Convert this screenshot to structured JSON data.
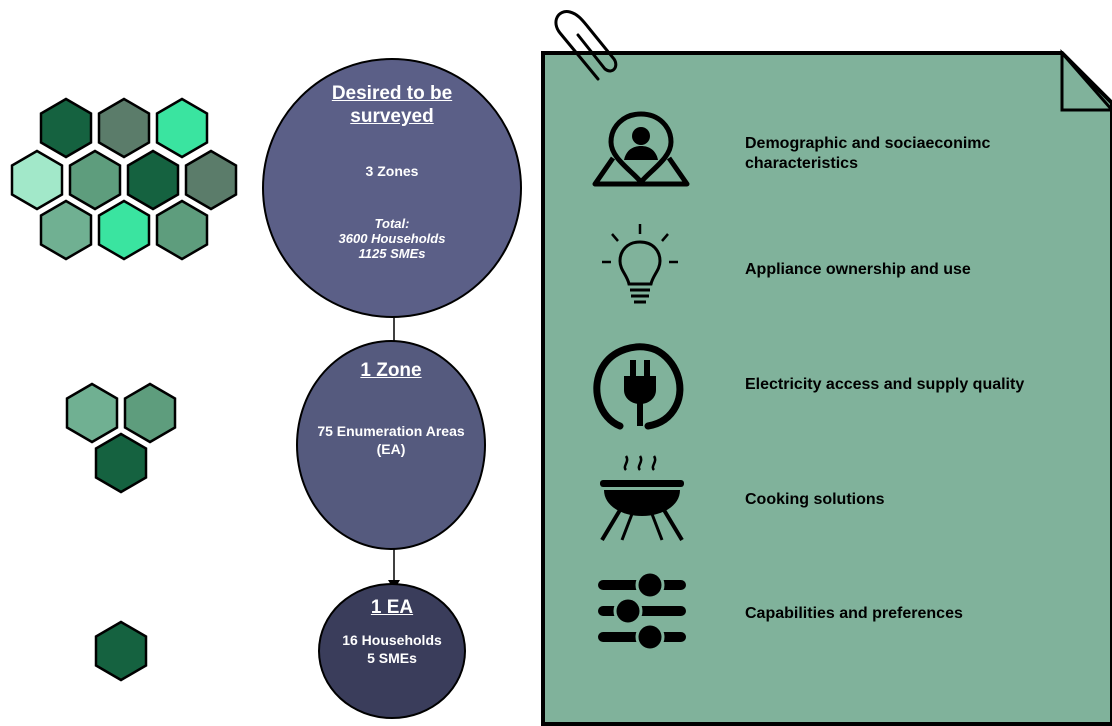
{
  "colors": {
    "panel_fill": "#80b29b",
    "circle_large": "#5b5f87",
    "circle_mid": "#555a7e",
    "circle_small": "#3a3d5b",
    "hex_dark": "#156240",
    "hex_grey": "#5b7c6a",
    "hex_bright": "#3ae4a0",
    "hex_pale": "#a2e8c9",
    "hex_mid": "#5e9d7d",
    "hex_soft": "#70b092"
  },
  "levels": [
    {
      "title": "Desired to be surveyed",
      "line1": "3 Zones",
      "total_label": "Total:",
      "households": "3600 Households",
      "smes": "1125 SMEs"
    },
    {
      "title": "1 Zone",
      "line1": "75 Enumeration Areas",
      "line2": "(EA)"
    },
    {
      "title": "1 EA",
      "line1": "16 Households",
      "line2": "5 SMEs"
    }
  ],
  "topics": [
    {
      "label_1": "Demographic and sociaeconimc",
      "label_2": "characteristics",
      "icon": "person-location-icon"
    },
    {
      "label_1": "Appliance ownership and use",
      "icon": "lightbulb-icon"
    },
    {
      "label_1": "Electricity access and supply quality",
      "icon": "power-plug-icon"
    },
    {
      "label_1": "Cooking solutions",
      "icon": "barbecue-grill-icon"
    },
    {
      "label_1": "Capabilities and preferences",
      "icon": "sliders-icon"
    }
  ]
}
